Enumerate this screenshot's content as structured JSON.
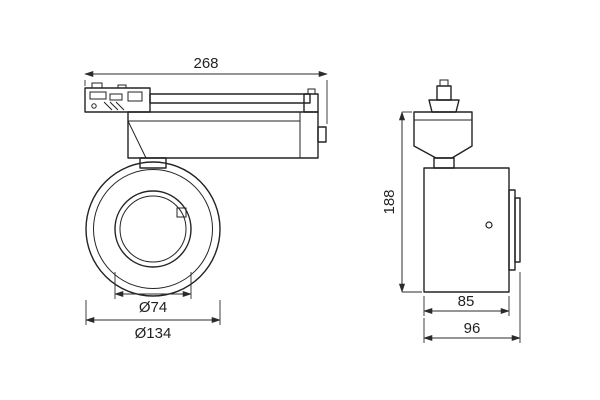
{
  "drawing": {
    "line_color": "#232323",
    "background_color": "#ffffff",
    "dimensions": {
      "overall_length": "268",
      "overall_height": "188",
      "inner_diameter": "Ø74",
      "outer_diameter": "Ø134",
      "body_width": "85",
      "overall_width": "96"
    }
  }
}
